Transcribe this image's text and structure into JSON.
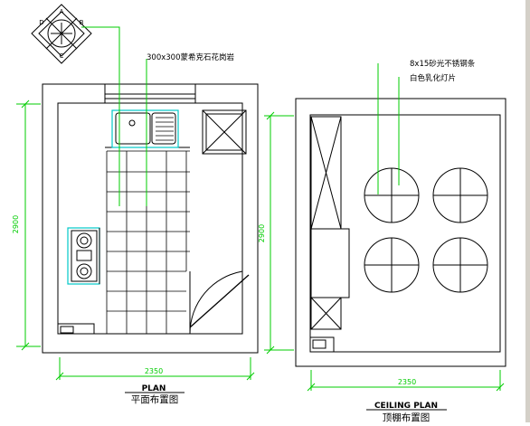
{
  "colors": {
    "ink": "#000000",
    "dimension": "#00cc00",
    "highlight": "#00c8c8",
    "background": "#ffffff",
    "frame": "#d4d0c8"
  },
  "compass": {
    "top": "A",
    "left": "D",
    "right": "B",
    "bottom": "C"
  },
  "plan": {
    "title": "PLAN",
    "subtitle": "平面布置图",
    "width_dim": "2350",
    "height_dim": "2900",
    "floor_note": "300x300蒙希克石花岗岩"
  },
  "ceiling": {
    "title": "CEILING PLAN",
    "subtitle": "顶棚布置图",
    "width_dim": "2350",
    "height_dim": "2900",
    "note_strip": "8x15砂光不锈钢条",
    "note_lamp": "白色乳化灯片"
  }
}
